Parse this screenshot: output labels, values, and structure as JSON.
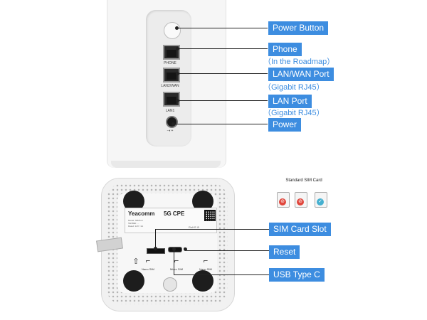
{
  "callouts": {
    "power_button": "Power Button",
    "phone": "Phone",
    "phone_note": "（In the Roadmap）",
    "lan_wan_port": "LAN/WAN Port",
    "lan_wan_note": "（Gigabit RJ45）",
    "lan_port": "LAN Port",
    "lan_note": "（Gigabit RJ45）",
    "power": "Power",
    "sim_card_slot": "SIM Card Slot",
    "reset": "Reset",
    "usb_type_c": "USB Type C"
  },
  "router_top": {
    "port_labels": [
      "PHONE",
      "LAN2/WAN",
      "LAN1"
    ],
    "power_symbol": "−◐+"
  },
  "router_bottom": {
    "brand": "Yeacomm",
    "model": "5G CPE",
    "sticker_lines": [
      "Model: NR26-LI",
      "SN/IMEI: ...",
      "Rated: 12V⎓1A"
    ],
    "sticker_mark": "RoHS ⊘",
    "slot_labels": [
      "Nano SIM",
      "Micro SIM",
      "Nano SIM"
    ]
  },
  "sim_reference": {
    "title": "Standard SIM Card",
    "statuses": [
      "no",
      "no",
      "ok"
    ]
  },
  "colors": {
    "accent": "#3d8de0",
    "ok": "#45b0d0",
    "no": "#e0463c"
  }
}
